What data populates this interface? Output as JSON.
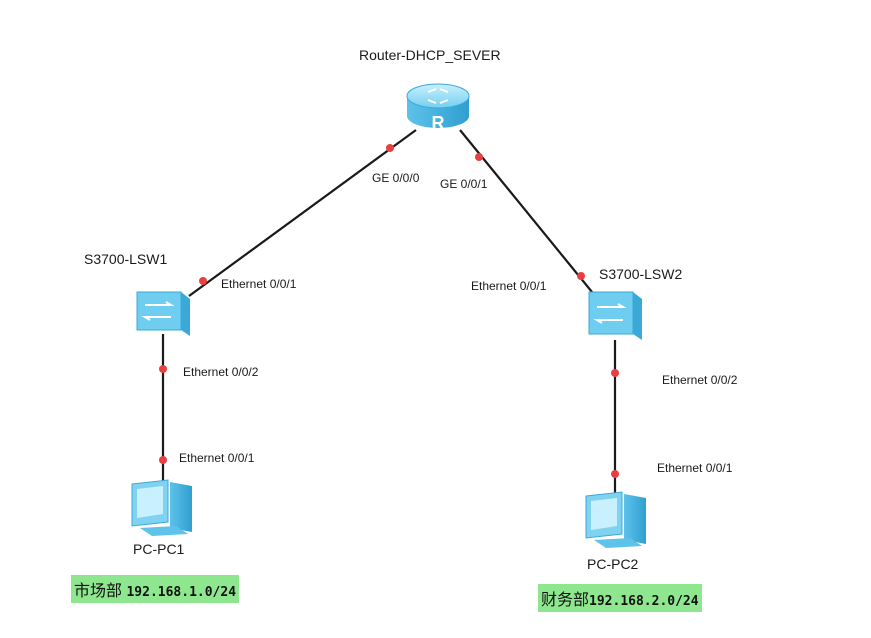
{
  "devices": {
    "router": {
      "name": "Router-DHCP_SEVER",
      "icon": "router-icon"
    },
    "lsw1": {
      "name": "S3700-LSW1",
      "icon": "switch-icon"
    },
    "lsw2": {
      "name": "S3700-LSW2",
      "icon": "switch-icon"
    },
    "pc1": {
      "name": "PC-PC1",
      "icon": "pc-icon"
    },
    "pc2": {
      "name": "PC-PC2",
      "icon": "pc-icon"
    }
  },
  "links": [
    {
      "from": "router",
      "to": "lsw1",
      "from_port": "GE 0/0/0",
      "to_port": "Ethernet 0/0/1"
    },
    {
      "from": "router",
      "to": "lsw2",
      "from_port": "GE 0/0/1",
      "to_port": "Ethernet 0/0/1"
    },
    {
      "from": "lsw1",
      "to": "pc1",
      "from_port": "Ethernet 0/0/2",
      "to_port": "Ethernet 0/0/1"
    },
    {
      "from": "lsw2",
      "to": "pc2",
      "from_port": "Ethernet 0/0/2",
      "to_port": "Ethernet 0/0/1"
    }
  ],
  "notes": [
    {
      "department": "市场部",
      "network": "192.168.1.0/24",
      "highlight": "#8ee68e"
    },
    {
      "department": "财务部",
      "network": "192.168.2.0/24",
      "highlight": "#8ee68e"
    }
  ],
  "colors": {
    "link": "#1a1a1a",
    "port_dot": "#e84040",
    "device_fill": "#7fd3f0",
    "device_dark": "#3ba9d8"
  }
}
